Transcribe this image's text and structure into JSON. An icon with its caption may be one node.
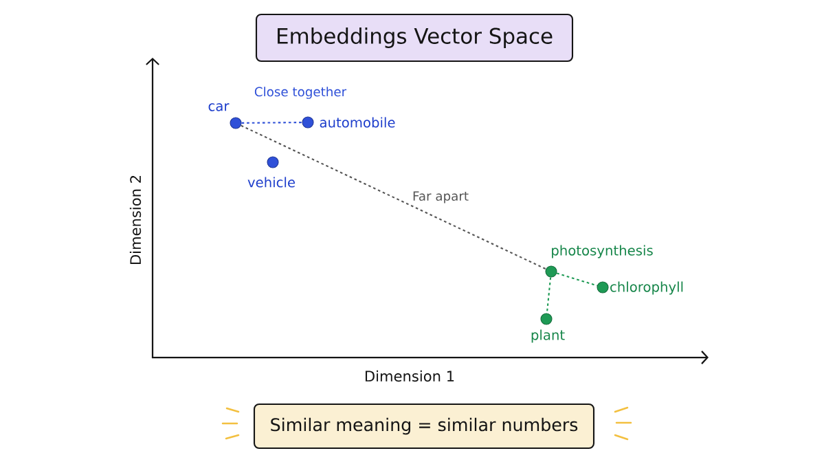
{
  "diagram": {
    "title": "Embeddings Vector Space",
    "caption": "Similar meaning = similar numbers",
    "nodes": [
      {
        "text": [],
        "shape": "circle",
        "beside": [
          "car"
        ]
      },
      {
        "text": [],
        "shape": "circle",
        "beside": [
          "automobile"
        ]
      },
      {
        "text": [],
        "shape": "circle",
        "beside": [
          "vehicle"
        ]
      },
      {
        "text": [],
        "shape": "circle",
        "beside": [
          "photosynthesis"
        ]
      },
      {
        "text": [],
        "shape": "circle",
        "beside": [
          "chlorophyll"
        ]
      },
      {
        "text": [],
        "shape": "circle",
        "beside": [
          "plant"
        ]
      }
    ],
    "edges": [
      {
        "from": 0,
        "to": 1,
        "arrow": "none",
        "label": "Close together",
        "style": "dashed",
        "color": "#2f50d8"
      },
      {
        "from": 0,
        "to": 3,
        "arrow": "none",
        "label": "Far apart",
        "style": "dashed",
        "color": "#555555"
      },
      {
        "from": 3,
        "to": 4,
        "arrow": "none",
        "style": "dashed",
        "color": "#1e9a55"
      },
      {
        "from": 3,
        "to": 5,
        "arrow": "none",
        "style": "dashed",
        "color": "#1e9a55"
      }
    ],
    "labels": [
      "Dimension 2",
      "Dimension 1"
    ]
  }
}
